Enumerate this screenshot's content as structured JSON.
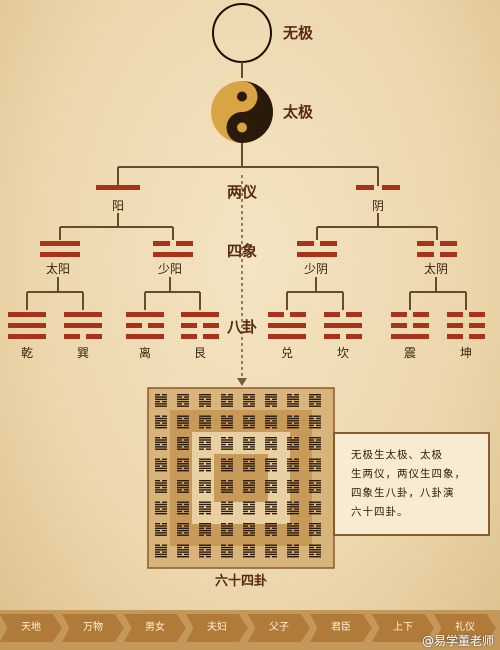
{
  "title_wuji": "无极",
  "title_taiji": "太极",
  "title_liangyi": "两仪",
  "title_sixiang": "四象",
  "title_bagua": "八卦",
  "title_64": "六十四卦",
  "liangyi": [
    "阳",
    "阴"
  ],
  "sixiang": [
    "太阳",
    "少阳",
    "少阴",
    "太阴"
  ],
  "bagua": [
    "乾",
    "巽",
    "离",
    "艮",
    "兑",
    "坎",
    "震",
    "坤"
  ],
  "note": [
    "无极生太极、太极",
    "生两仪，两仪生四象，",
    "四象生八卦，八卦演",
    "六十四卦。"
  ],
  "bottom_items": [
    "天地",
    "万物",
    "男女",
    "夫妇",
    "父子",
    "君臣",
    "上下",
    "礼仪"
  ],
  "watermark": "@易学董老师",
  "colors": {
    "accent": "#a8331a",
    "line": "#6b4a2a",
    "dark": "#3a2410"
  }
}
